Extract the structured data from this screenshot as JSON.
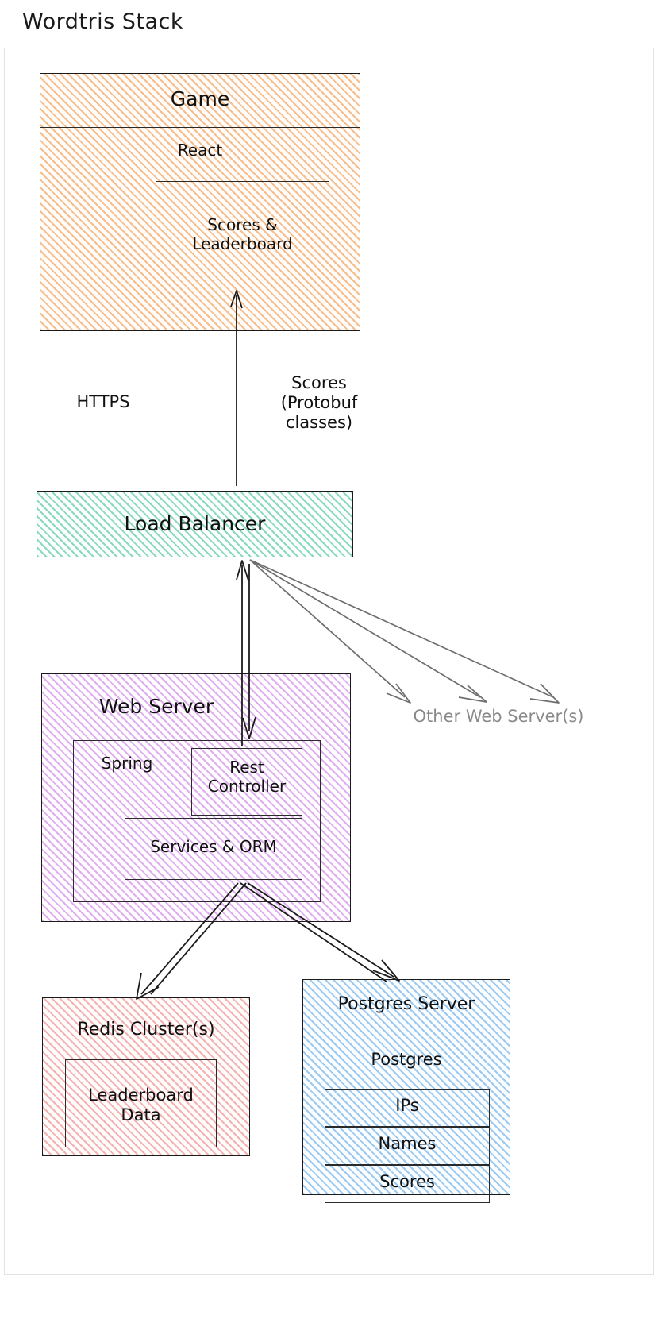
{
  "diagram": {
    "title": "Wordtris Stack",
    "nodes": {
      "game": {
        "title": "Game",
        "framework": "React",
        "component": "Scores &\nLeaderboard"
      },
      "load_balancer": {
        "title": "Load Balancer"
      },
      "web_server": {
        "title": "Web Server",
        "framework": "Spring",
        "rest_controller": "Rest\nController",
        "services_orm": "Services & ORM"
      },
      "other_web_servers": {
        "title": "Other Web Server(s)"
      },
      "redis": {
        "title": "Redis Cluster(s)",
        "data": "Leaderboard\nData"
      },
      "postgres": {
        "title": "Postgres Server",
        "engine": "Postgres",
        "tables": [
          "IPs",
          "Names",
          "Scores"
        ]
      }
    },
    "edges": {
      "https_label": "HTTPS",
      "scores_label": "Scores\n(Protobuf\nclasses)"
    },
    "colors": {
      "game_fill": "#f09646",
      "load_balancer_fill": "#3cbe96",
      "web_server_fill": "#c36ee1",
      "redis_fill": "#e86060",
      "postgres_fill": "#3c96e1",
      "stroke": "#1b1b1b",
      "muted_stroke": "#6e6e6e",
      "muted_text": "#8a8a8a"
    }
  }
}
